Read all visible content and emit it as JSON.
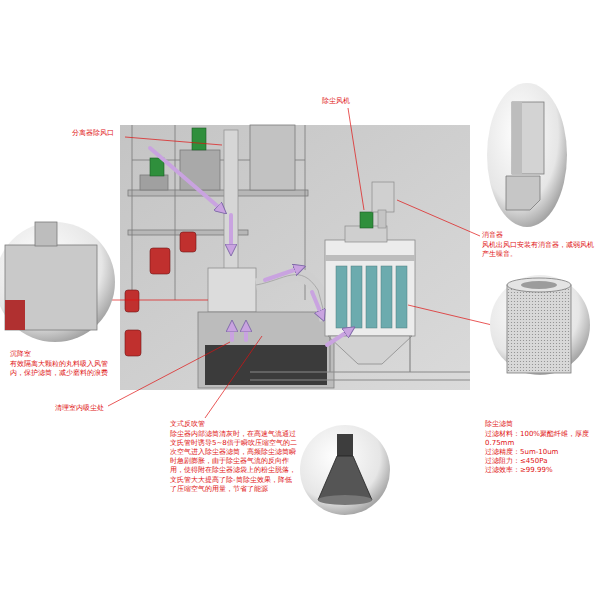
{
  "diagram": {
    "labels": [
      "分离器除风口",
      "除尘风机",
      "消音器",
      "风机出风口安装有消音器，减弱风机产生噪音。",
      "沉降室",
      "有效隔离大颗粒的丸料吸入风管内，保护滤筒，减少磨料的浪费",
      "清理室内吸尘处",
      "文式反吹管",
      "除尘器内部滤筒清灰时，在高速气流通过文氏管时诱导5~8倍于瞬吹压缩空气的二次空气进入除尘器滤筒，高频除尘滤筒瞬时急剧膨胀，由于除尘器气流的反向作用，使得附在除尘器滤袋上的粉尘脱落，文氏管大大提高了除-筒除尘效果，降低了压缩空气的用量，节省了能源",
      "除尘滤筒",
      "过滤材料：100%聚酯纤维，厚度0.75mm",
      "过滤精度：5um-10um",
      "过滤阻力：≤450Pa",
      "过滤效率：≥99.99%"
    ]
  }
}
